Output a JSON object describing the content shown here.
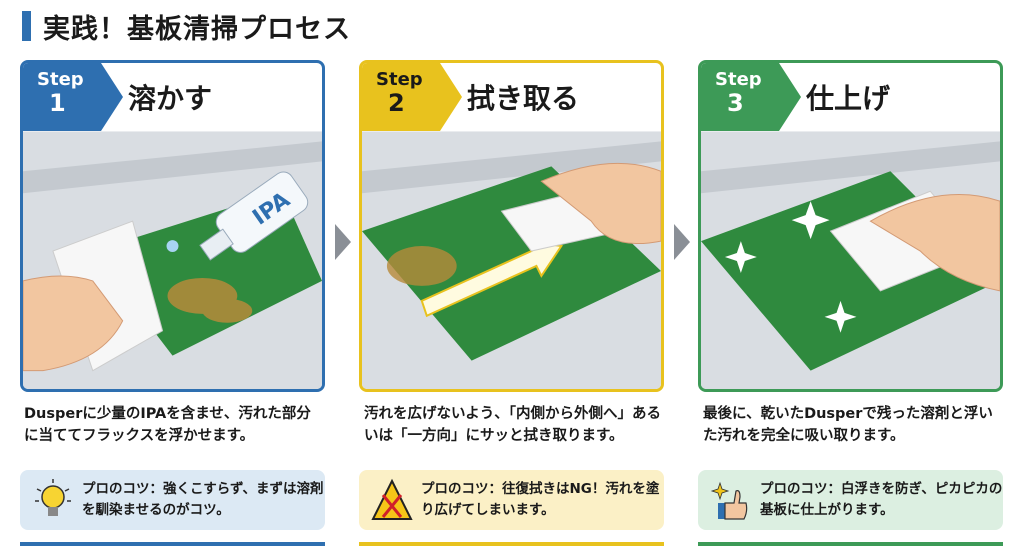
{
  "title": "実践！基板清掃プロセス",
  "colors": {
    "step1": "#2e6fb0",
    "step2": "#e8c21e",
    "step3": "#3d9a57",
    "tip1_bg": "#dce9f4",
    "tip2_bg": "#fbf0c6",
    "tip3_bg": "#dcefe1"
  },
  "steps": [
    {
      "label": "Step",
      "number": "1",
      "heading": "溶かす",
      "bottle_label": "IPA",
      "description": "Dusperに少量のIPAを含ませ、汚れた部分に当ててフラックスを浮かせます。",
      "tip": "プロのコツ：強くこすらず、まずは溶剤を馴染ませるのがコツ。",
      "tip_icon": "lightbulb-icon"
    },
    {
      "label": "Step",
      "number": "2",
      "heading": "拭き取る",
      "description": "汚れを広げないよう、「内側から外側へ」あるいは「一方向」にサッと拭き取ります。",
      "tip": "プロのコツ：往復拭きはNG！汚れを塗り広げてしまいます。",
      "tip_icon": "warning-icon"
    },
    {
      "label": "Step",
      "number": "3",
      "heading": "仕上げ",
      "description": "最後に、乾いたDusperで残った溶剤と浮いた汚れを完全に吸い取ります。",
      "tip": "プロのコツ：白浮きを防ぎ、ピカピカの基板に仕上がります。",
      "tip_icon": "thumbs-up-icon"
    }
  ]
}
